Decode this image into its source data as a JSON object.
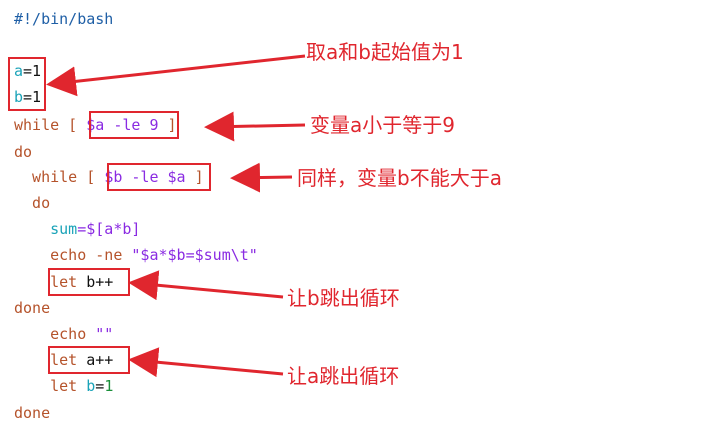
{
  "code": {
    "l1": "#!/bin/bash",
    "l3_var": "a",
    "l3_rest": "=1",
    "l4_var": "b",
    "l4_rest": "=1",
    "l5_kw": "while [ ",
    "l5_cond": "$a -le 9",
    "l5_end": " ]",
    "l6": "do",
    "l7_kw": "  while [ ",
    "l7_cond": "$b -le $a",
    "l7_end": " ]",
    "l8": "  do",
    "l9_var": "    sum",
    "l9_rest": "=$[a*b]",
    "l10_kw": "    echo -ne ",
    "l10_str": "\"$a*$b=$sum\\t\"",
    "l11_kw": "    let ",
    "l11_rest": "b++",
    "l12": "done",
    "l13_kw": "    echo ",
    "l13_str": "\"\"",
    "l14_kw": "    let ",
    "l14_rest": "a++",
    "l15_kw": "    let ",
    "l15_var": "b",
    "l15_eq": "=",
    "l15_num": "1",
    "l16": "done"
  },
  "annotations": {
    "a1": "取a和b起始值为1",
    "a2": "变量a小于等于9",
    "a3": "同样，变量b不能大于a",
    "a4": "让b跳出循环",
    "a5": "让a跳出循环"
  },
  "colors": {
    "annotation_red": "#e0262e",
    "keyword": "#b5532b",
    "variable": "#8a2be2",
    "teal": "#1aa3b8",
    "comment": "#1f5fa6"
  }
}
